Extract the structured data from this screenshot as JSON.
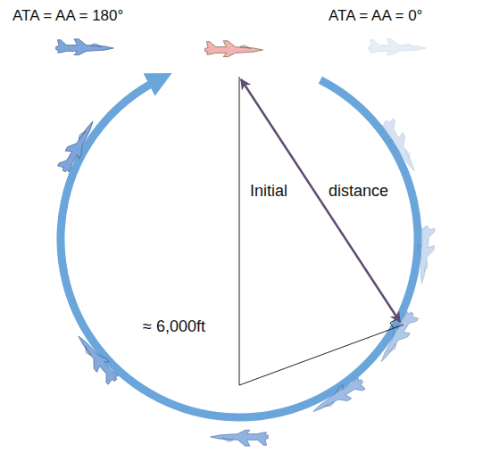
{
  "diagram": {
    "labels": [
      "ATA = AA = 180°",
      "ATA = AA = 0°",
      "Initial",
      "distance",
      "≈ 6,000ft"
    ]
  }
}
